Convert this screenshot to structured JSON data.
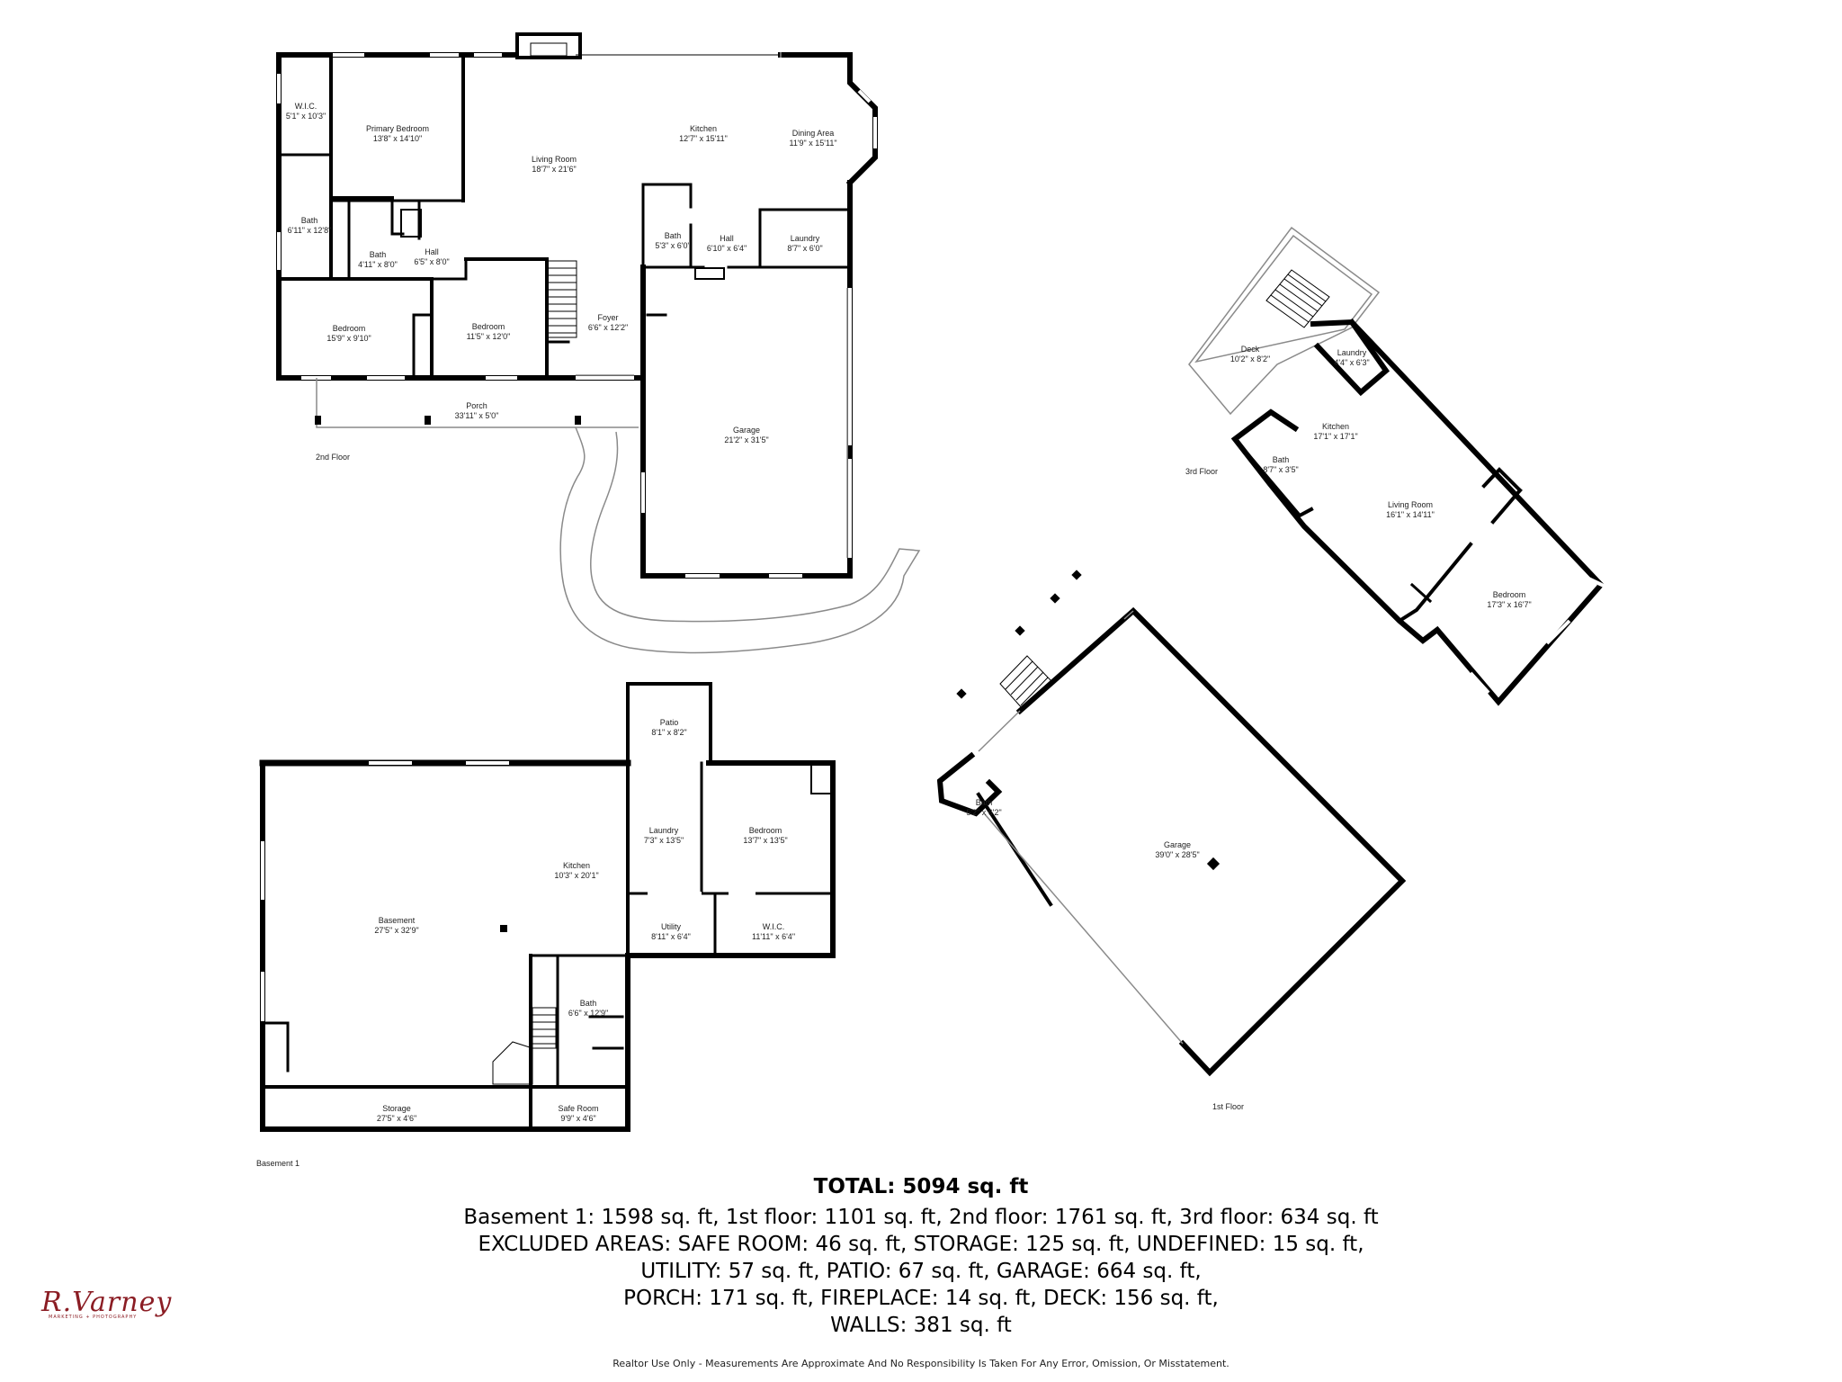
{
  "floors": {
    "second": {
      "label": "2nd Floor",
      "rooms": [
        {
          "name": "W.I.C.",
          "dims": "5'1\" x 10'3\""
        },
        {
          "name": "Primary Bedroom",
          "dims": "13'8\" x 14'10\""
        },
        {
          "name": "Living Room",
          "dims": "18'7\" x 21'6\""
        },
        {
          "name": "Kitchen",
          "dims": "12'7\" x 15'11\""
        },
        {
          "name": "Dining Area",
          "dims": "11'9\" x 15'11\""
        },
        {
          "name": "Bath",
          "dims": "6'11\" x 12'8\""
        },
        {
          "name": "Bath",
          "dims": "4'11\" x 8'0\""
        },
        {
          "name": "Hall",
          "dims": "6'5\" x 8'0\""
        },
        {
          "name": "Bath",
          "dims": "5'3\" x 6'0\""
        },
        {
          "name": "Hall",
          "dims": "6'10\" x 6'4\""
        },
        {
          "name": "Laundry",
          "dims": "8'7\" x 6'0\""
        },
        {
          "name": "Bedroom",
          "dims": "15'9\" x 9'10\""
        },
        {
          "name": "Bedroom",
          "dims": "11'5\" x 12'0\""
        },
        {
          "name": "Foyer",
          "dims": "6'6\" x 12'2\""
        },
        {
          "name": "Porch",
          "dims": "33'11\" x 5'0\""
        },
        {
          "name": "Garage",
          "dims": "21'2\" x 31'5\""
        }
      ]
    },
    "third": {
      "label": "3rd Floor",
      "rooms": [
        {
          "name": "Deck",
          "dims": "10'2\" x 8'2\""
        },
        {
          "name": "Laundry",
          "dims": "4'4\" x 6'3\""
        },
        {
          "name": "Kitchen",
          "dims": "17'1\" x 17'1\""
        },
        {
          "name": "Bath",
          "dims": "8'7\" x 3'5\""
        },
        {
          "name": "Living Room",
          "dims": "16'1\" x 14'11\""
        },
        {
          "name": "Bedroom",
          "dims": "17'3\" x 16'7\""
        }
      ]
    },
    "basement": {
      "label": "Basement 1",
      "rooms": [
        {
          "name": "Patio",
          "dims": "8'1\" x 8'2\""
        },
        {
          "name": "Kitchen",
          "dims": "10'3\" x 20'1\""
        },
        {
          "name": "Laundry",
          "dims": "7'3\" x 13'5\""
        },
        {
          "name": "Bedroom",
          "dims": "13'7\" x 13'5\""
        },
        {
          "name": "Basement",
          "dims": "27'5\" x 32'9\""
        },
        {
          "name": "Utility",
          "dims": "8'11\" x 6'4\""
        },
        {
          "name": "W.I.C.",
          "dims": "11'11\" x 6'4\""
        },
        {
          "name": "Bath",
          "dims": "6'6\" x 12'9\""
        },
        {
          "name": "Storage",
          "dims": "27'5\" x 4'6\""
        },
        {
          "name": "Safe Room",
          "dims": "9'9\" x 4'6\""
        }
      ]
    },
    "first": {
      "label": "1st Floor",
      "rooms": [
        {
          "name": "Bath",
          "dims": "5'2\" x 6'2\""
        },
        {
          "name": "Garage",
          "dims": "39'0\" x 28'5\""
        }
      ]
    }
  },
  "summary": {
    "total": "TOTAL: 5094 sq. ft",
    "lines": [
      "Basement 1: 1598 sq. ft, 1st floor: 1101 sq. ft, 2nd floor: 1761 sq. ft, 3rd floor: 634 sq. ft",
      "EXCLUDED AREAS: SAFE ROOM: 46 sq. ft, STORAGE: 125 sq. ft, UNDEFINED: 15 sq. ft,",
      "UTILITY: 57 sq. ft, PATIO: 67 sq. ft, GARAGE: 664 sq. ft,",
      "PORCH: 171 sq. ft, FIREPLACE: 14 sq. ft, DECK: 156 sq. ft,",
      "WALLS: 381 sq. ft"
    ]
  },
  "disclaimer": "Realtor Use Only - Measurements Are Approximate And No Responsibility Is Taken For Any Error, Omission, Or Misstatement.",
  "logo": {
    "name": "R.Varney",
    "tagline": "MARKETING + PHOTOGRAPHY",
    "color": "#8b1d24"
  }
}
